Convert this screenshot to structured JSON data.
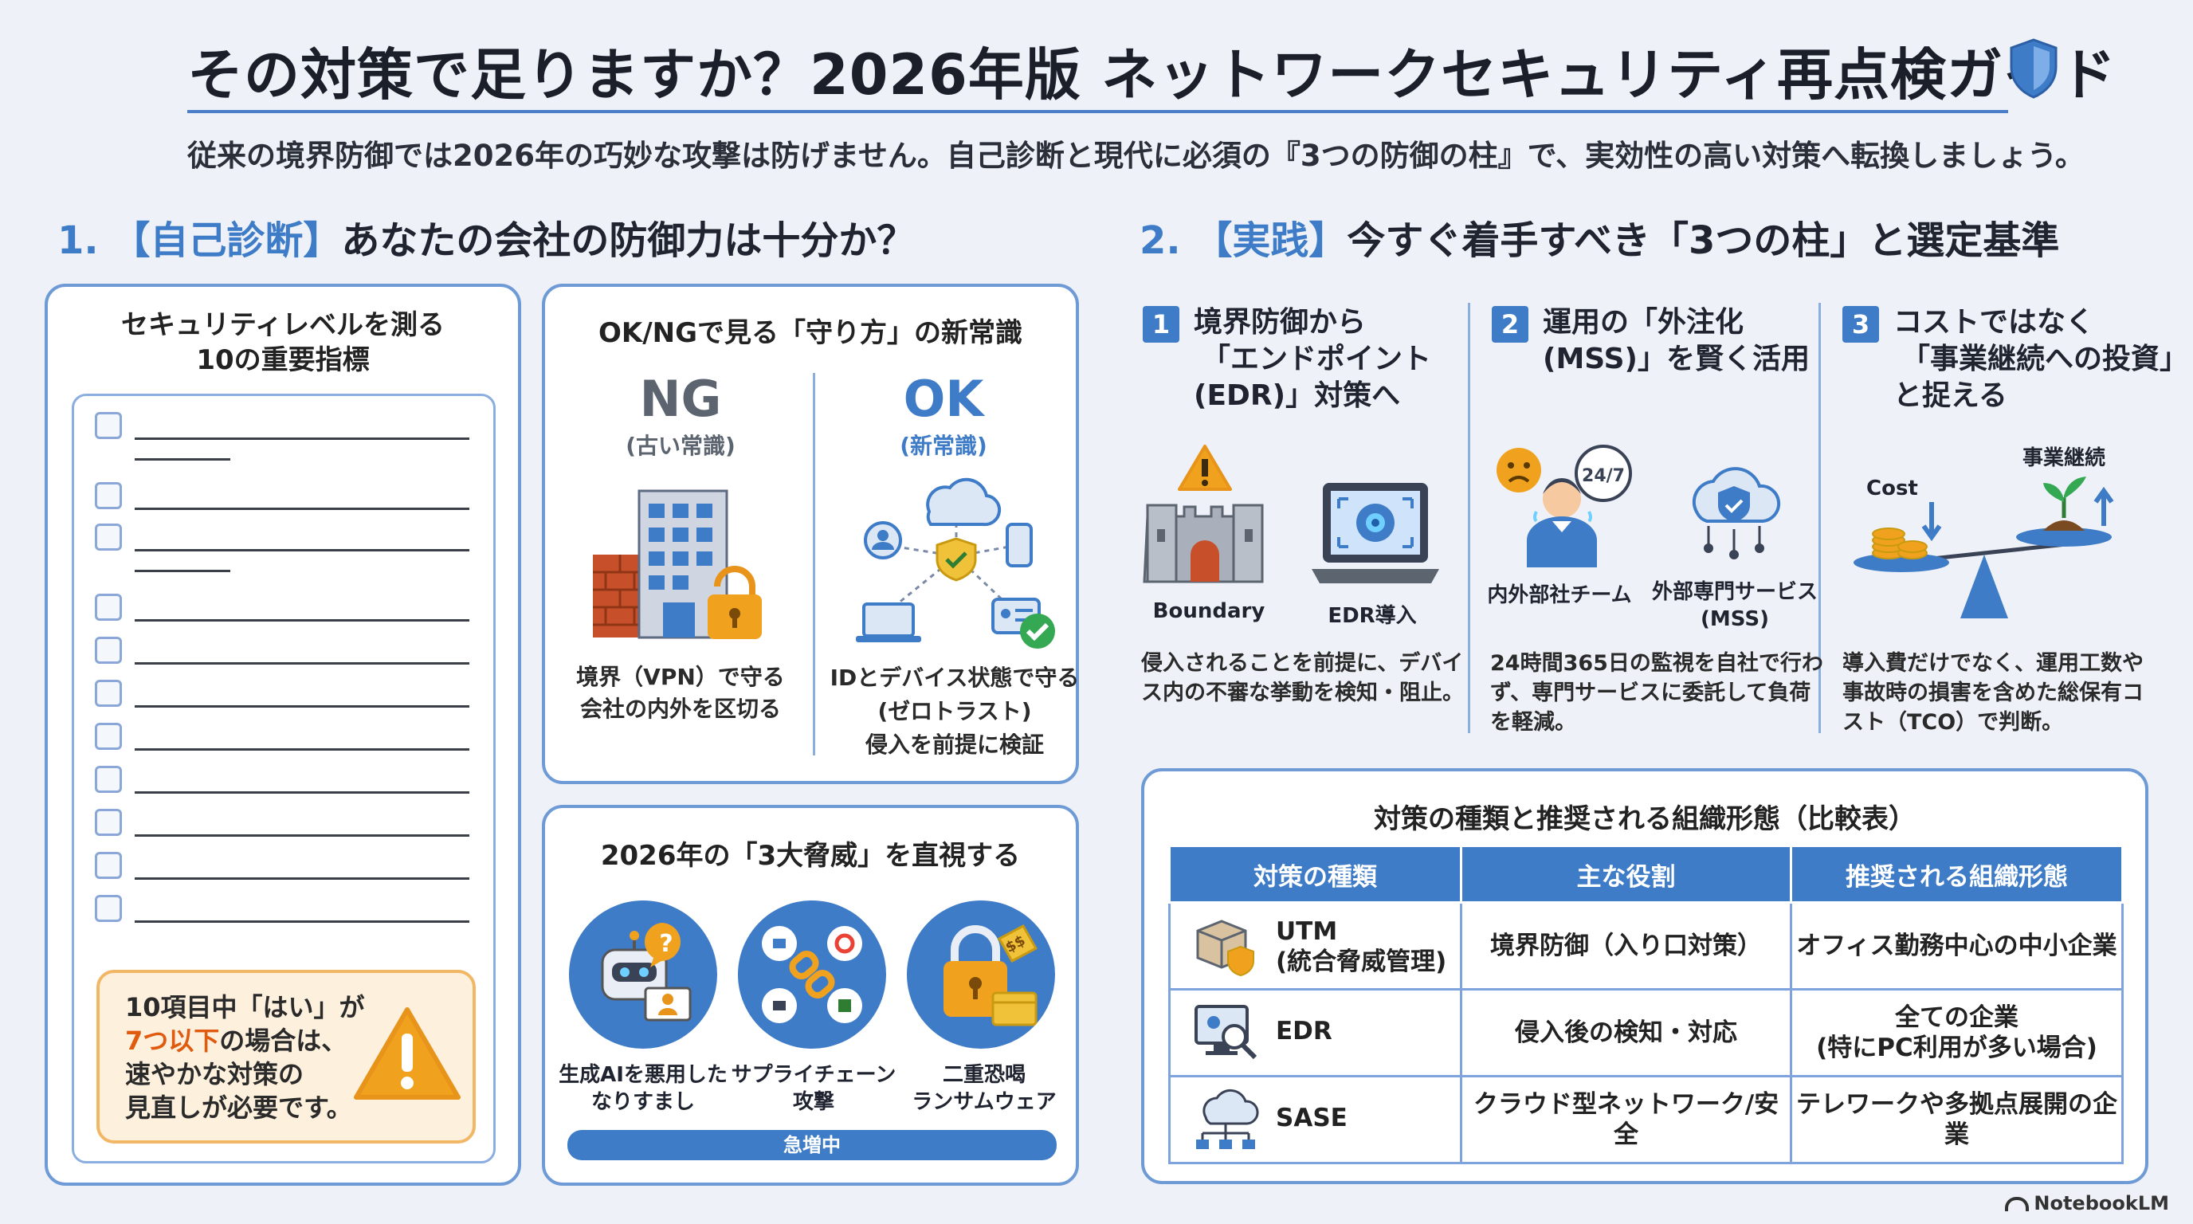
{
  "header": {
    "title": "その対策で足りますか？2026年版 ネットワークセキュリティ再点検ガイド",
    "subtitle": "従来の境界防御では2026年の巧妙な攻撃は防げません。自己診断と現代に必須の『3つの防御の柱』で、実効性の高い対策へ転換しましょう。"
  },
  "section1": {
    "num": "1.",
    "tag": "【自己診断】",
    "heading": "あなたの会社の防御力は十分か？"
  },
  "section2": {
    "num": "2.",
    "tag": "【実践】",
    "heading": "今すぐ着手すべき「3つの柱」と選定基準"
  },
  "checklist": {
    "title_line1": "セキュリティレベルを測る",
    "title_line2": "10の重要指標",
    "warning_line1": "10項目中「はい」が",
    "warning_highlight": "7つ以下",
    "warning_line2_rest": "の場合は、",
    "warning_line3": "速やかな対策の",
    "warning_line4": "見直しが必要です。"
  },
  "okng": {
    "title": "OK/NGで見る「守り方」の新常識",
    "ng_label": "NG",
    "ng_sub": "(古い常識)",
    "ok_label": "OK",
    "ok_sub": "(新常識)",
    "ng_caption_1": "境界（VPN）で守る",
    "ng_caption_2": "会社の内外を区切る",
    "ok_caption_1": "IDとデバイス状態で守る",
    "ok_caption_2": "(ゼロトラスト)",
    "ok_caption_3": "侵入を前提に検証"
  },
  "threats": {
    "title": "2026年の「3大脅威」を直視する",
    "items": [
      {
        "line1": "生成AIを悪用した",
        "line2": "なりすまし"
      },
      {
        "line1": "サプライチェーン",
        "line2": "攻撃"
      },
      {
        "line1": "二重恐喝",
        "line2": "ランサムウェア"
      }
    ],
    "bar_label": "急増中"
  },
  "pillars": [
    {
      "num": "1",
      "title_lines": [
        "境界防御から",
        "「エンドポイント",
        "(EDR)」対策へ"
      ],
      "icon_labels": [
        "Boundary",
        "EDR導入"
      ],
      "desc_lines": [
        "侵入されることを前提に、デバイ",
        "ス内の不審な挙動を検知・阻止。"
      ]
    },
    {
      "num": "2",
      "title_lines": [
        "運用の「外注化",
        "(MSS)」を賢く活用"
      ],
      "icon_labels": [
        "内外部社チーム",
        "外部専門サービス",
        "(MSS)"
      ],
      "badge": "24/7",
      "desc_lines": [
        "24時間365日の監視を自社で行わ",
        "ず、専門サービスに委託して負荷",
        "を軽減。"
      ]
    },
    {
      "num": "3",
      "title_lines": [
        "コストではなく",
        "「事業継続への投資」",
        "と捉える"
      ],
      "icon_labels": [
        "Cost",
        "事業継続"
      ],
      "desc_lines": [
        "導入費だけでなく、運用工数や",
        "事故時の損害を含めた総保有コ",
        "スト（TCO）で判断。"
      ]
    }
  ],
  "comparison": {
    "title": "対策の種類と推奨される組織形態（比較表）",
    "headers": [
      "対策の種類",
      "主な役割",
      "推奨される組織形態"
    ],
    "rows": [
      {
        "icon": "package-shield-icon",
        "type_line1": "UTM",
        "type_line2": "(統合脅威管理)",
        "role": "境界防御（入り口対策）",
        "org_line1": "オフィス勤務中心の中小企業",
        "org_line2": ""
      },
      {
        "icon": "monitor-search-icon",
        "type_line1": "EDR",
        "type_line2": "",
        "role": "侵入後の検知・対応",
        "org_line1": "全ての企業",
        "org_line2": "(特にPC利用が多い場合)"
      },
      {
        "icon": "cloud-network-icon",
        "type_line1": "SASE",
        "type_line2": "",
        "role": "クラウド型ネットワーク/安全",
        "org_line1": "テレワークや多拠点展開の企業",
        "org_line2": ""
      }
    ]
  },
  "footer": {
    "brand": "NotebookLM"
  },
  "colors": {
    "accent": "#3f7cc8",
    "warning": "#f0a21f",
    "background": "#eef2f8"
  }
}
